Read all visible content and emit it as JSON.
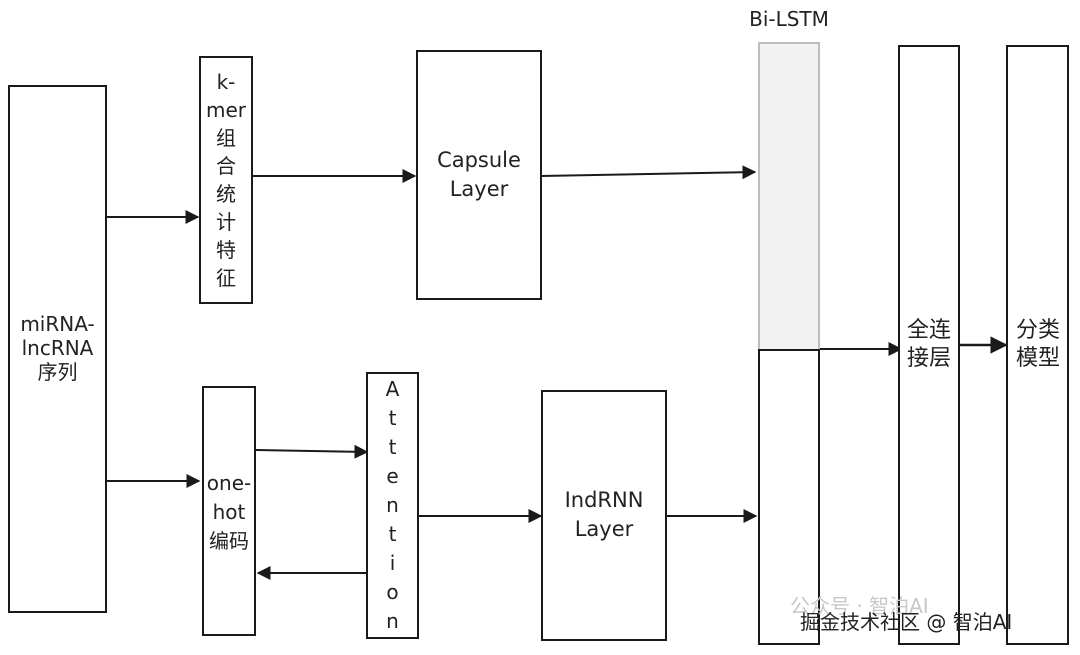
{
  "nodes": {
    "input": "miRNA-\nlncRNA\n序列",
    "kmer": "k-\nmer\n组\n合\n统\n计\n特\n征",
    "onehot": "one-\nhot\n编码",
    "attention": "A\nt\nt\ne\nn\nt\ni\no\nn",
    "capsule": "Capsule\nLayer",
    "indrnn": "IndRNN\nLayer",
    "bilstm": "Bi-LSTM",
    "dense": "全连\n接层",
    "classifier": "分类\n模型"
  },
  "watermark": {
    "ghost": "公众号 · 智泊AI",
    "credit": "掘金技术社区 @ 智泊AI"
  },
  "colors": {
    "stroke": "#1a1a1a",
    "bilstm_top_fill": "#f2f2f2",
    "text": "#222222"
  }
}
